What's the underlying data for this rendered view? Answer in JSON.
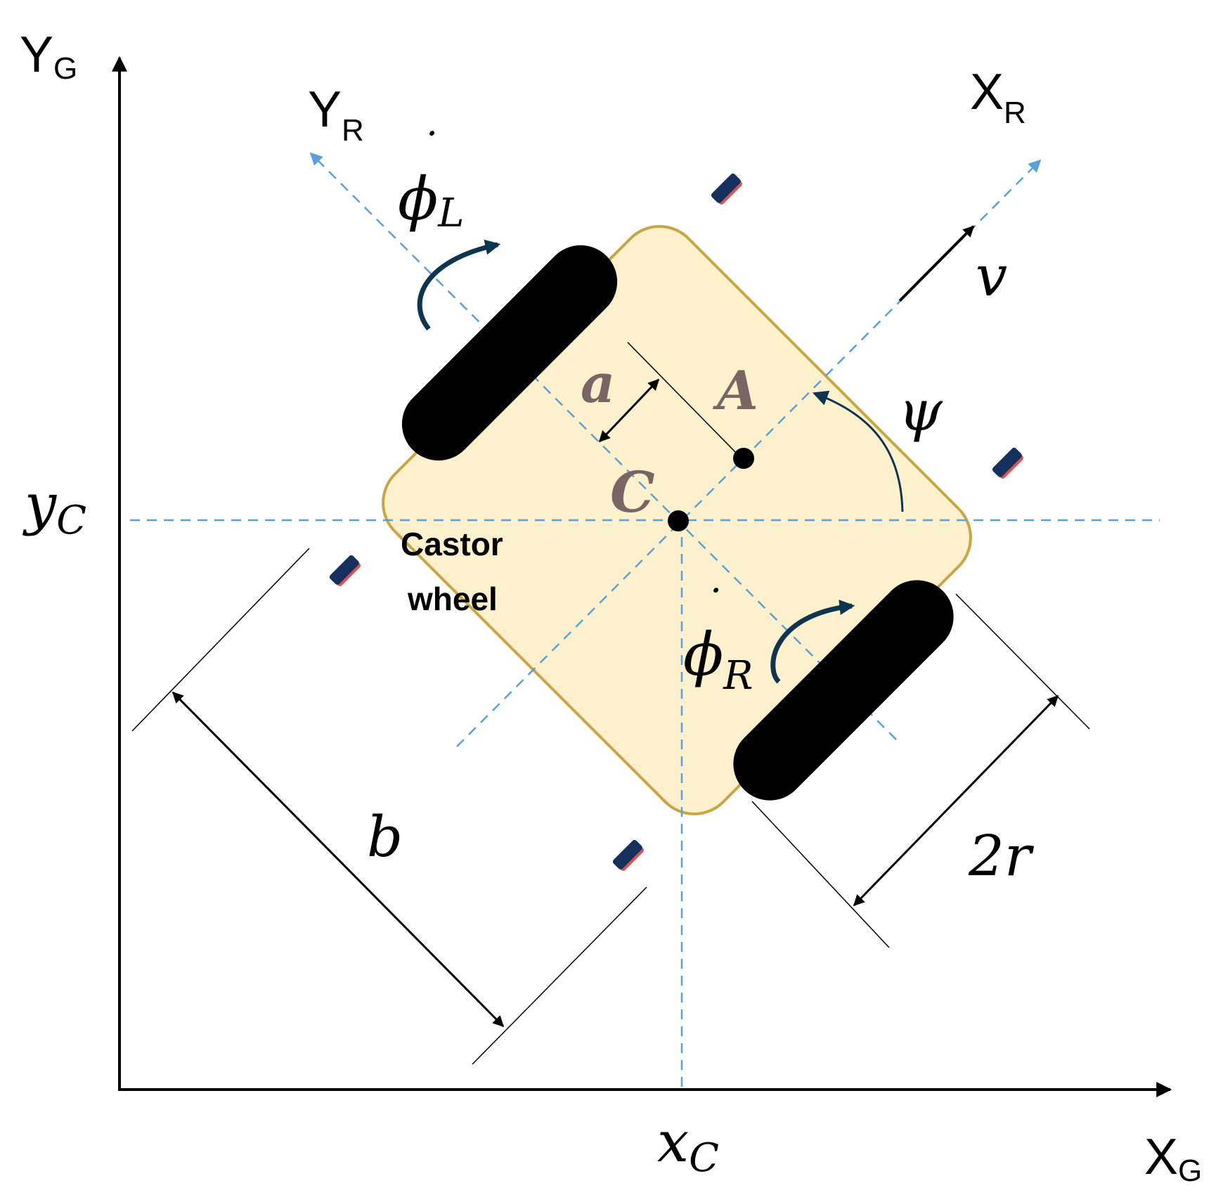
{
  "axes": {
    "global_y": {
      "main": "Y",
      "sub": "G"
    },
    "global_x": {
      "main": "X",
      "sub": "G"
    },
    "robot_y": {
      "main": "Y",
      "sub": "R"
    },
    "robot_x": {
      "main": "X",
      "sub": "R"
    }
  },
  "labels": {
    "phi_left": {
      "main": "ϕ",
      "sub": "L"
    },
    "phi_right": {
      "main": "ϕ",
      "sub": "R"
    },
    "velocity": "v",
    "psi": "ψ",
    "a": "a",
    "point_a": "A",
    "point_c": "C",
    "y_c": {
      "main": "y",
      "sub": "C"
    },
    "x_c": {
      "main": "x",
      "sub": "C"
    },
    "b": "b",
    "two_r": "2r",
    "castor_line1": "Castor",
    "castor_line2": "wheel"
  },
  "colors": {
    "body_fill": "#fdf0cc",
    "body_stroke": "#c9a544",
    "axis_dash": "#5aa0dc",
    "wheel": "#000000",
    "castor": "#16305e",
    "castor_accent": "#d9534f",
    "rotation_arrow": "#0d3550",
    "label_point": "#7a6565"
  }
}
